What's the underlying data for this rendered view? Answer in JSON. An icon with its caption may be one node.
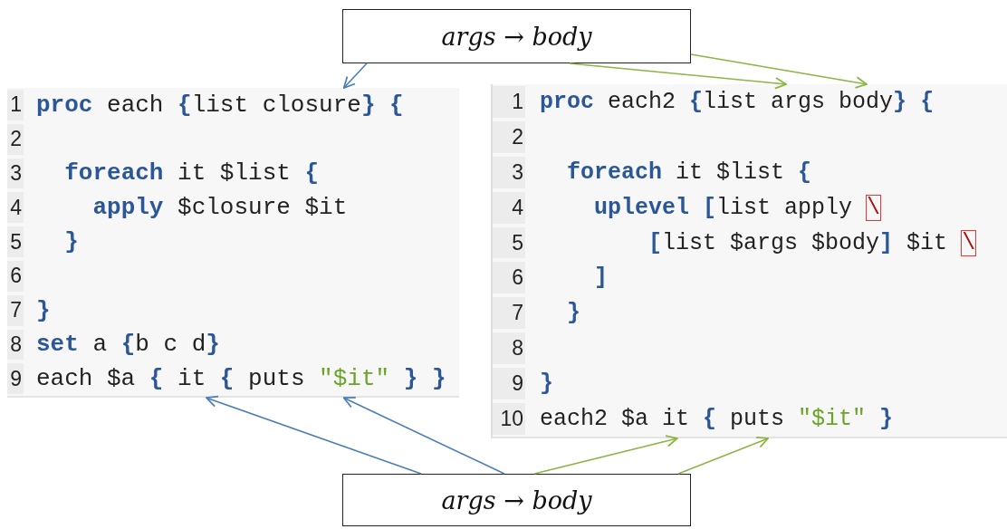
{
  "diagram": {
    "nodes": [
      {
        "text": [
          "args → body"
        ]
      },
      {
        "text": [
          "1",
          "**proc** each {list closure} {",
          "2",
          "3",
          "  **foreach** it $list {",
          "4",
          "    **apply** $closure $it",
          "5",
          "  }",
          "6",
          "7",
          "}",
          "8",
          "**set** a {b c d}",
          "9",
          "each $a { it { puts \"$it\" } }"
        ]
      },
      {
        "text": [
          "1",
          "**proc** each2 {list args body} {",
          "2",
          "3",
          "  **foreach** it $list {",
          "4",
          "    **uplevel [**list apply \\",
          "5",
          "        **[**list $args $body**]** $it \\",
          "6",
          "    **]**",
          "7",
          "  }",
          "8",
          "9",
          "}",
          "10",
          "each2 $a it { puts \"$it\" }"
        ]
      },
      {
        "text": [
          "args → body"
        ]
      }
    ],
    "edges": [
      {
        "from": 0,
        "to": 1,
        "arrow": "to",
        "color": "#4a7ebb"
      },
      {
        "from": 0,
        "to": 2,
        "arrow": "to"
      },
      {
        "from": 0,
        "to": 2,
        "arrow": "to"
      },
      {
        "from": 3,
        "to": 1,
        "arrow": "to",
        "color": "#4a7ebb"
      },
      {
        "from": 3,
        "to": 1,
        "arrow": "to",
        "color": "#4a7ebb"
      },
      {
        "from": 3,
        "to": 2,
        "arrow": "to"
      },
      {
        "from": 3,
        "to": 2,
        "arrow": "to"
      }
    ]
  }
}
